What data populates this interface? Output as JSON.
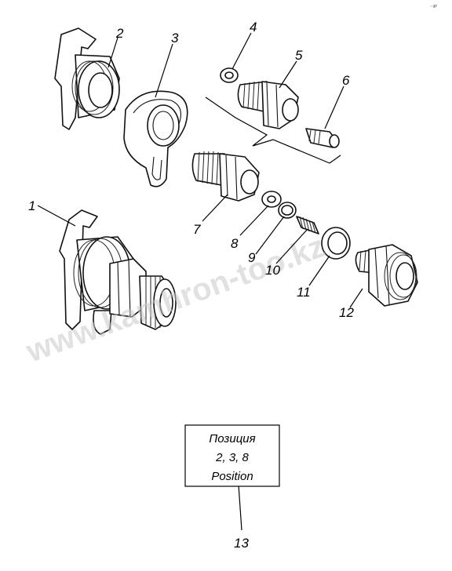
{
  "watermark": "www.kamhron-too.kz",
  "corner_mark": "⁻ᴵᴾ",
  "callouts": [
    {
      "id": "1",
      "label": "1"
    },
    {
      "id": "2",
      "label": "2"
    },
    {
      "id": "3",
      "label": "3"
    },
    {
      "id": "4",
      "label": "4"
    },
    {
      "id": "5",
      "label": "5"
    },
    {
      "id": "6",
      "label": "6"
    },
    {
      "id": "7",
      "label": "7"
    },
    {
      "id": "8",
      "label": "8"
    },
    {
      "id": "9",
      "label": "9"
    },
    {
      "id": "10",
      "label": "10"
    },
    {
      "id": "11",
      "label": "11"
    },
    {
      "id": "12",
      "label": "12"
    },
    {
      "id": "13",
      "label": "13"
    }
  ],
  "position_box": {
    "line1": "Позиция",
    "line2": "2, 3, 8",
    "line3": "Position"
  }
}
